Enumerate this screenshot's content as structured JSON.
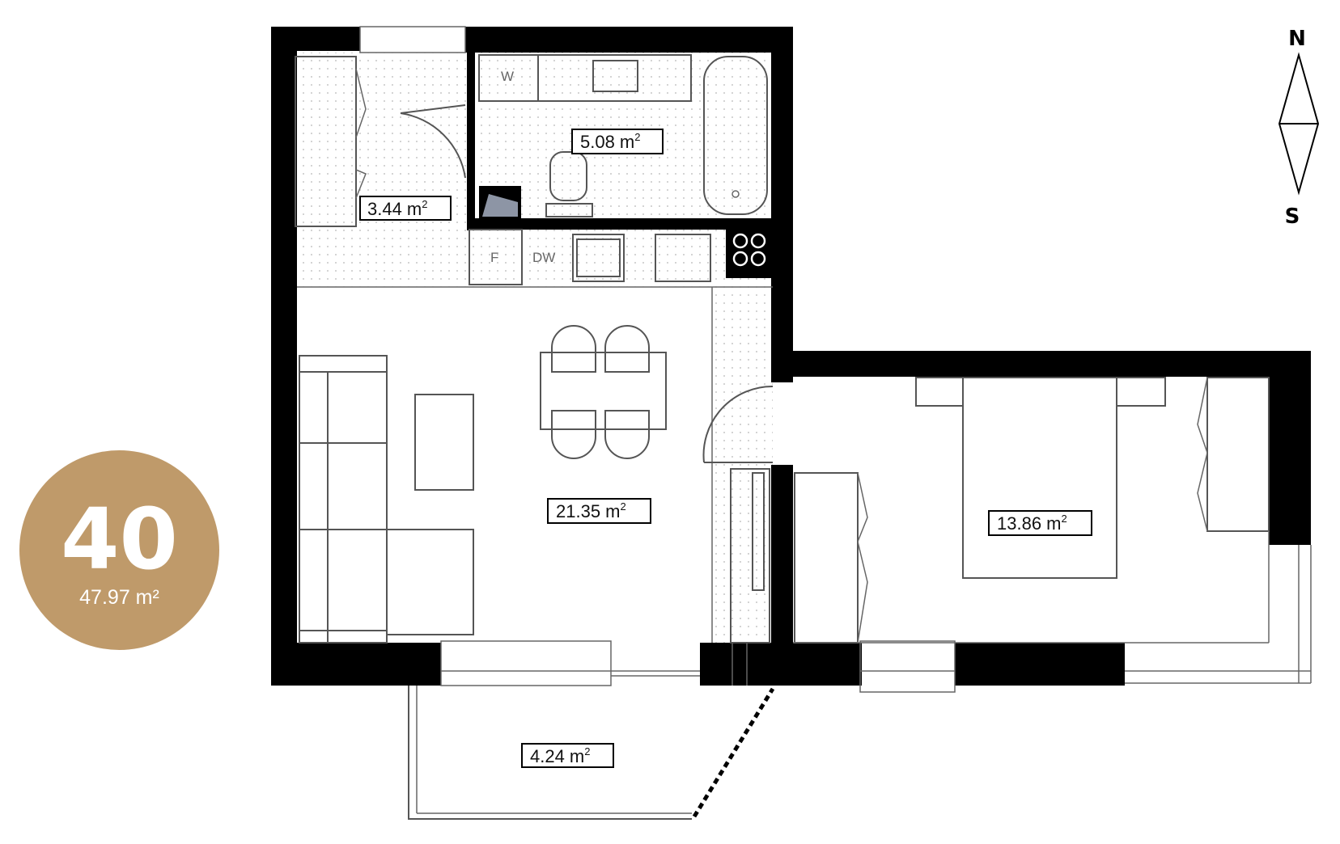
{
  "unit": {
    "number": "40",
    "total_area": "47.97 m²",
    "badge_color": "#bf9a6a"
  },
  "rooms": {
    "hall": {
      "area": "3.44 m",
      "exp": "2"
    },
    "bathroom": {
      "area": "5.08 m",
      "exp": "2"
    },
    "living": {
      "area": "21.35 m",
      "exp": "2"
    },
    "bedroom": {
      "area": "13.86 m",
      "exp": "2"
    },
    "balcony": {
      "area": "4.24 m",
      "exp": "2"
    }
  },
  "appliances": {
    "washer": "W",
    "fridge": "F",
    "dishwasher": "DW"
  },
  "compass": {
    "north": "N",
    "south": "S"
  },
  "colors": {
    "wall": "#000000",
    "line": "#555555",
    "tile_dot": "#b5b5b5"
  }
}
